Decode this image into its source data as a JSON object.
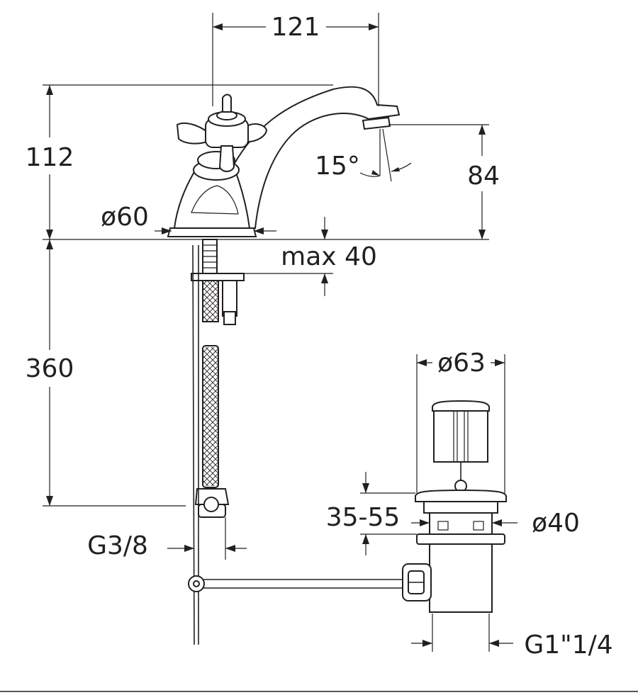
{
  "dimensions": {
    "spout_reach": "121",
    "total_height": "112",
    "spout_height": "84",
    "spout_angle": "15°",
    "base_diameter": "ø60",
    "max_deck_thickness": "max 40",
    "hose_length": "360",
    "hose_connection": "G3/8",
    "plug_diameter": "ø63",
    "waste_adjust_range": "35-55",
    "waste_diameter": "ø40",
    "waste_thread": "G1\"1/4"
  },
  "colors": {
    "line": "#231f20",
    "background": "#ffffff"
  }
}
